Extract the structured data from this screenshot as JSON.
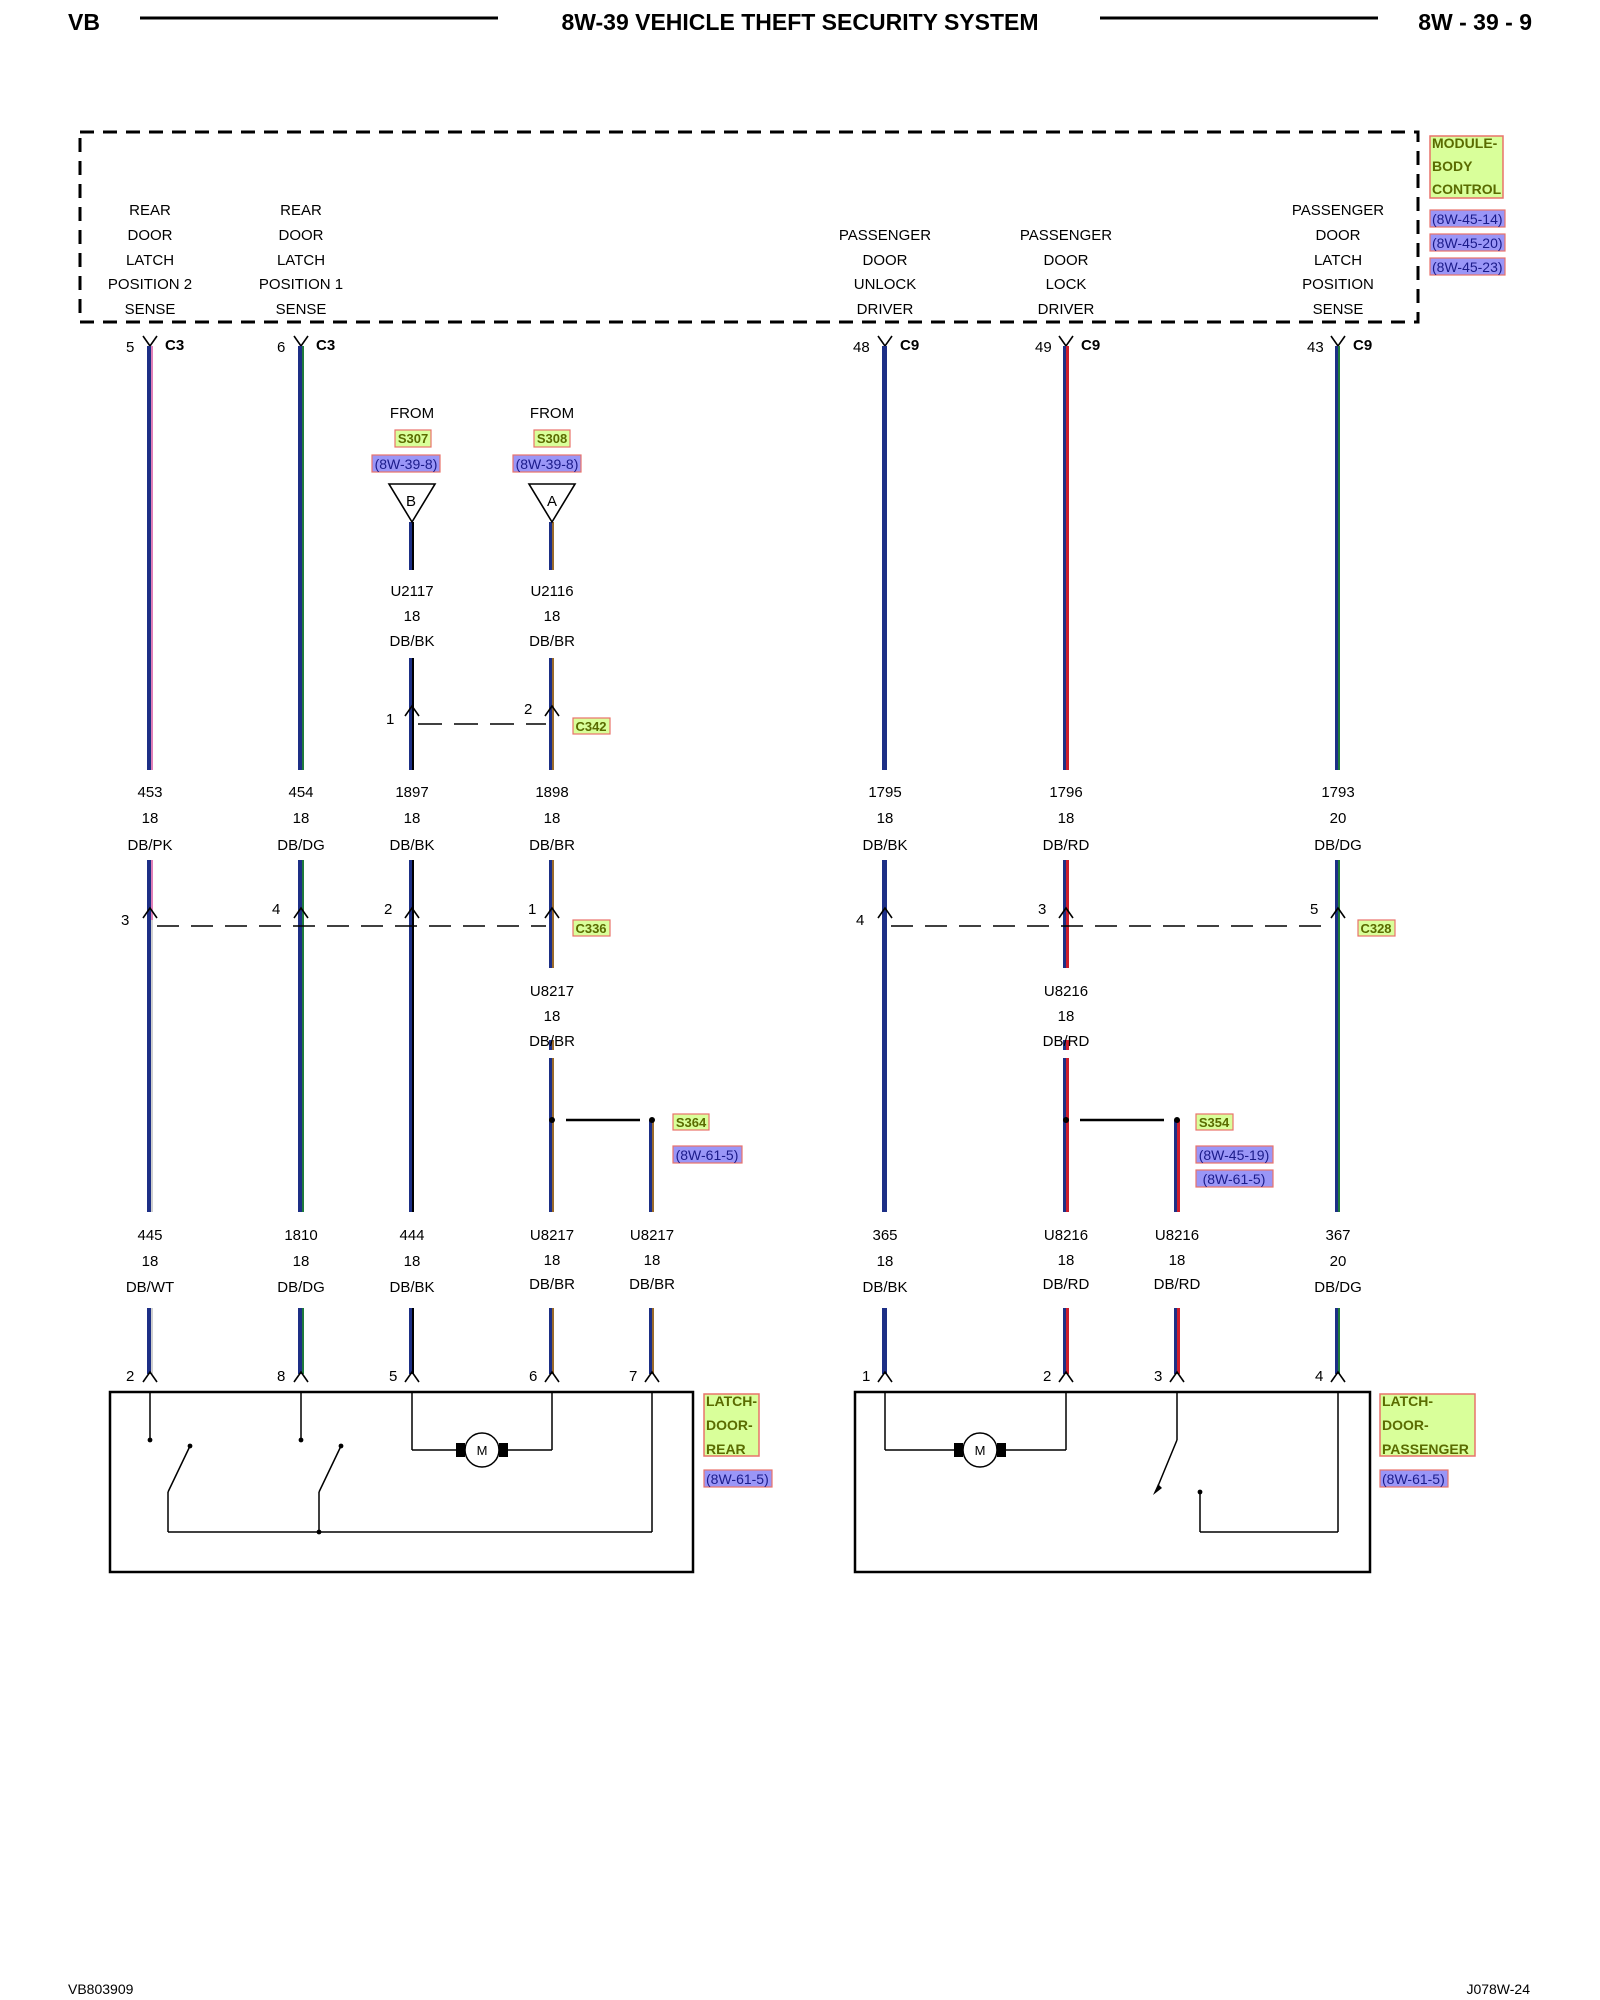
{
  "header": {
    "left": "VB",
    "title": "8W-39 VEHICLE THEFT SECURITY SYSTEM",
    "page": "8W - 39 - 9"
  },
  "footer": {
    "left": "VB803909",
    "right": "J078W-24"
  },
  "colors": {
    "wire_db": "#1d2f86",
    "pk": "#e07fb7",
    "dg": "#1f7a3c",
    "bk": "#000000",
    "br": "#9a6a2a",
    "wt": "#cfcfcf",
    "rd": "#cc1e2d",
    "label_fill": "#d9ff9a",
    "label_border": "#e8736b",
    "ref_fill": "#9a96f7"
  },
  "module": {
    "name": [
      "MODULE-",
      "BODY",
      "CONTROL"
    ],
    "refs": [
      "(8W-45-14)",
      "(8W-45-20)",
      "(8W-45-23)"
    ],
    "functions": [
      {
        "lines": [
          "REAR",
          "DOOR",
          "LATCH",
          "POSITION 2",
          "SENSE"
        ],
        "pin": "5",
        "conn": "C3"
      },
      {
        "lines": [
          "REAR",
          "DOOR",
          "LATCH",
          "POSITION 1",
          "SENSE"
        ],
        "pin": "6",
        "conn": "C3"
      },
      {
        "lines": [
          "PASSENGER",
          "DOOR",
          "UNLOCK",
          "DRIVER"
        ],
        "pin": "48",
        "conn": "C9"
      },
      {
        "lines": [
          "PASSENGER",
          "DOOR",
          "LOCK",
          "DRIVER"
        ],
        "pin": "49",
        "conn": "C9"
      },
      {
        "lines": [
          "PASSENGER",
          "DOOR",
          "LATCH",
          "POSITION",
          "SENSE"
        ],
        "pin": "43",
        "conn": "C9"
      }
    ]
  },
  "from_splices": [
    {
      "from": "FROM",
      "splice": "S307",
      "ref": "(8W-39-8)",
      "letter": "B",
      "wire": [
        "U2117",
        "18",
        "DB/BK"
      ],
      "pin": "1"
    },
    {
      "from": "FROM",
      "splice": "S308",
      "ref": "(8W-39-8)",
      "letter": "A",
      "wire": [
        "U2116",
        "18",
        "DB/BR"
      ],
      "pin": "2"
    }
  ],
  "c342": "C342",
  "mid_wires": [
    {
      "circuit": "453",
      "gauge": "18",
      "color": "DB/PK"
    },
    {
      "circuit": "454",
      "gauge": "18",
      "color": "DB/DG"
    },
    {
      "circuit": "1897",
      "gauge": "18",
      "color": "DB/BK"
    },
    {
      "circuit": "1898",
      "gauge": "18",
      "color": "DB/BR"
    },
    {
      "circuit": "1795",
      "gauge": "18",
      "color": "DB/BK"
    },
    {
      "circuit": "1796",
      "gauge": "18",
      "color": "DB/RD"
    },
    {
      "circuit": "1793",
      "gauge": "20",
      "color": "DB/DG"
    }
  ],
  "c336": {
    "name": "C336",
    "pins": [
      "3",
      "4",
      "2",
      "1"
    ]
  },
  "c328": {
    "name": "C328",
    "pins": [
      "4",
      "3",
      "5"
    ]
  },
  "u_wires": [
    {
      "circuit": "U8217",
      "gauge": "18",
      "color": "DB/BR"
    },
    {
      "circuit": "U8216",
      "gauge": "18",
      "color": "DB/RD"
    }
  ],
  "splices": [
    {
      "name": "S364",
      "refs": [
        "(8W-61-5)"
      ]
    },
    {
      "name": "S354",
      "refs": [
        "(8W-45-19)",
        "(8W-61-5)"
      ]
    }
  ],
  "bottom_wires": [
    {
      "circuit": "445",
      "gauge": "18",
      "color": "DB/WT",
      "pin": "2"
    },
    {
      "circuit": "1810",
      "gauge": "18",
      "color": "DB/DG",
      "pin": "8"
    },
    {
      "circuit": "444",
      "gauge": "18",
      "color": "DB/BK",
      "pin": "5"
    },
    {
      "circuit": "U8217",
      "gauge": "18",
      "color": "DB/BR",
      "pin": "6"
    },
    {
      "circuit": "U8217",
      "gauge": "18",
      "color": "DB/BR",
      "pin": "7"
    },
    {
      "circuit": "365",
      "gauge": "18",
      "color": "DB/BK",
      "pin": "1"
    },
    {
      "circuit": "U8216",
      "gauge": "18",
      "color": "DB/RD",
      "pin": "2"
    },
    {
      "circuit": "U8216",
      "gauge": "18",
      "color": "DB/RD",
      "pin": "3"
    },
    {
      "circuit": "367",
      "gauge": "20",
      "color": "DB/DG",
      "pin": "4"
    }
  ],
  "components": [
    {
      "name": [
        "LATCH-",
        "DOOR-",
        "REAR"
      ],
      "ref": "(8W-61-5)",
      "motor": "M"
    },
    {
      "name": [
        "LATCH-",
        "DOOR-",
        "PASSENGER"
      ],
      "ref": "(8W-61-5)",
      "motor": "M"
    }
  ]
}
